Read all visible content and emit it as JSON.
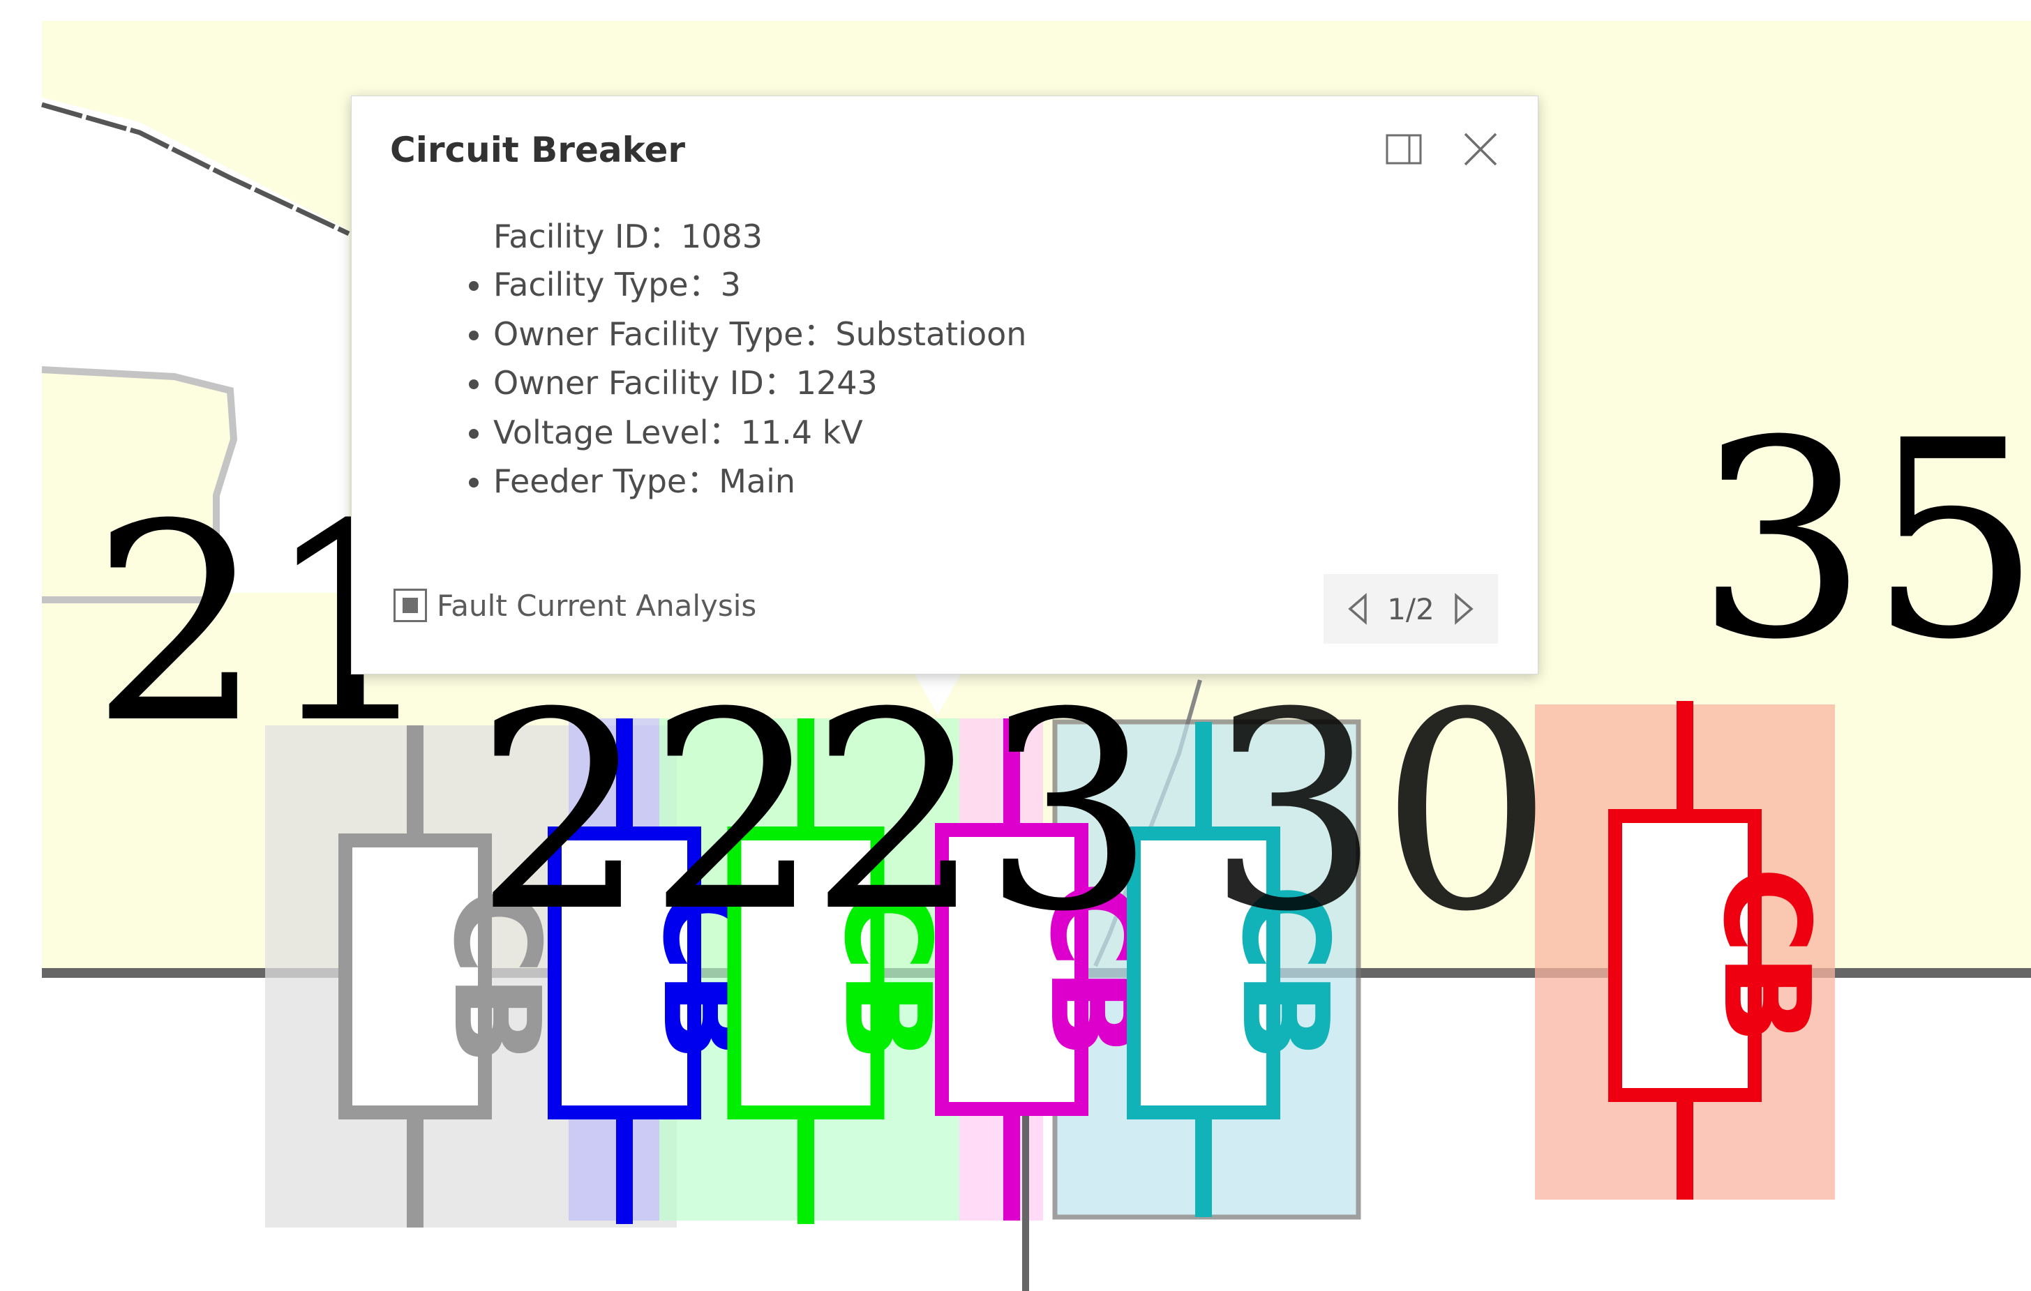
{
  "popup": {
    "title": "Circuit Breaker",
    "attributes_first": "Facility ID：1083",
    "attributes": [
      "Facility Type：3",
      "Owner Facility Type：Substatioon",
      "Owner Facility ID：1243",
      "Voltage Level：11.4 kV",
      "Feeder Type：Main"
    ],
    "action_label": "Fault Current Analysis",
    "pager_text": "1/2"
  },
  "map": {
    "background_color": "#fdfde0",
    "breaker_label": "CB",
    "group_labels": [
      "21",
      "22",
      "23",
      "30",
      "35"
    ],
    "breakers": [
      {
        "group": "21",
        "color": "#999999"
      },
      {
        "group": "22",
        "color": "#0000ee"
      },
      {
        "group": "23",
        "color": "#00ee00"
      },
      {
        "group": "23",
        "color": "#dd00cc"
      },
      {
        "group": "30",
        "color": "#11b3b8"
      },
      {
        "group": "35",
        "color": "#ee0011"
      }
    ]
  },
  "icons": {
    "dock": "dock-icon",
    "close": "close-icon",
    "fault": "stop-square-icon",
    "prev": "chevron-left-icon",
    "next": "chevron-right-icon"
  }
}
